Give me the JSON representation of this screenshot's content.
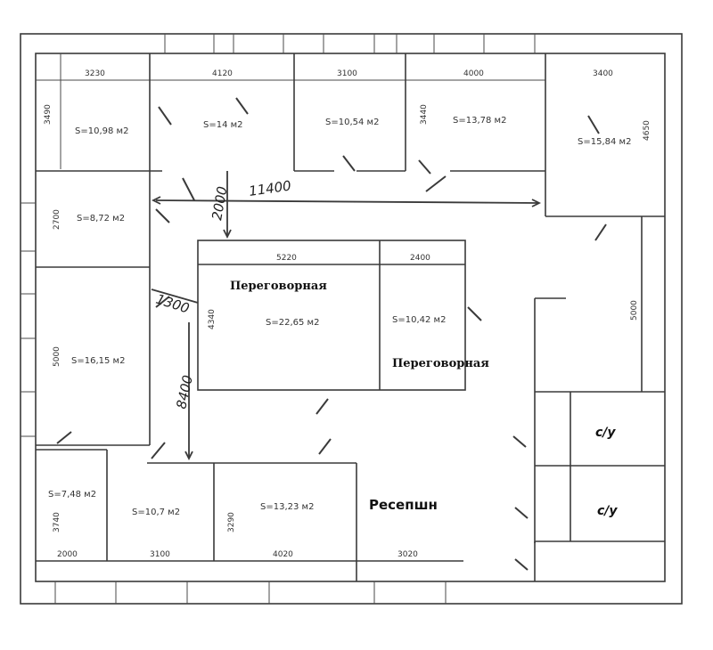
{
  "rooms": [
    {
      "id": "r1",
      "area": "S=10,98 м2",
      "w": "3230",
      "h": "3490"
    },
    {
      "id": "r2",
      "area": "S=14 м2",
      "w": "4120"
    },
    {
      "id": "r3",
      "area": "S=10,54 м2",
      "w": "3100"
    },
    {
      "id": "r4",
      "area": "S=13,78 м2",
      "w": "4000",
      "h": "3440"
    },
    {
      "id": "r5",
      "area": "S=15,84 м2",
      "w": "3400",
      "h": "4650"
    },
    {
      "id": "r6",
      "area": "S=8,72 м2",
      "h": "2700"
    },
    {
      "id": "r7",
      "area": "S=16,15 м2",
      "h": "5000"
    },
    {
      "id": "r8",
      "area": "S=22,65 м2",
      "w": "5220",
      "h": "4340",
      "name": "Переговорная"
    },
    {
      "id": "r9",
      "area": "S=10,42 м2",
      "w": "2400",
      "name": "Переговорная"
    },
    {
      "id": "r10",
      "area": "S=7,48 м2",
      "w": "2000",
      "h": "3740"
    },
    {
      "id": "r11",
      "area": "S=10,7 м2",
      "w": "3100"
    },
    {
      "id": "r12",
      "area": "S=13,23 м2",
      "w": "4020",
      "h": "3290"
    }
  ],
  "corridor_dims": {
    "long": "11400",
    "vertical": "2000",
    "diag1": "1300",
    "diag2": "8400",
    "right": "5000",
    "bottom": "3020"
  },
  "reception": "Ресепшн",
  "wc": [
    "с/у",
    "с/у"
  ]
}
